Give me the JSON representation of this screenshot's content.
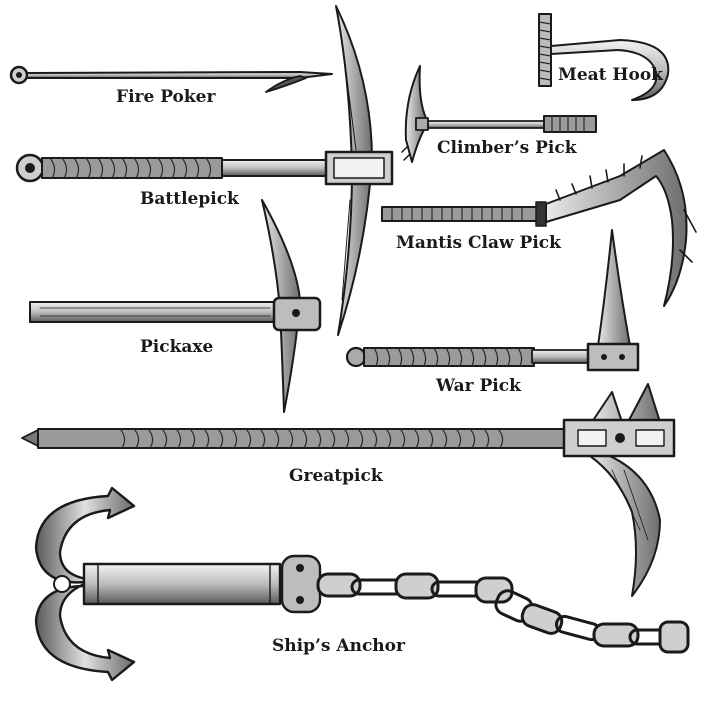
{
  "weapons": [
    {
      "id": "fire-poker",
      "label": "Fire Poker"
    },
    {
      "id": "battlepick",
      "label": "Battlepick"
    },
    {
      "id": "meat-hook",
      "label": "Meat Hook"
    },
    {
      "id": "climbers-pick",
      "label": "Climber’s Pick"
    },
    {
      "id": "mantis-claw-pick",
      "label": "Mantis Claw Pick"
    },
    {
      "id": "pickaxe",
      "label": "Pickaxe"
    },
    {
      "id": "war-pick",
      "label": "War Pick"
    },
    {
      "id": "greatpick",
      "label": "Greatpick"
    },
    {
      "id": "ships-anchor",
      "label": "Ship’s Anchor"
    }
  ],
  "colors": {
    "ink": "#1a1a1a",
    "shade": "#9a9a9a",
    "light": "#d8d8d8",
    "paper": "#ffffff"
  }
}
